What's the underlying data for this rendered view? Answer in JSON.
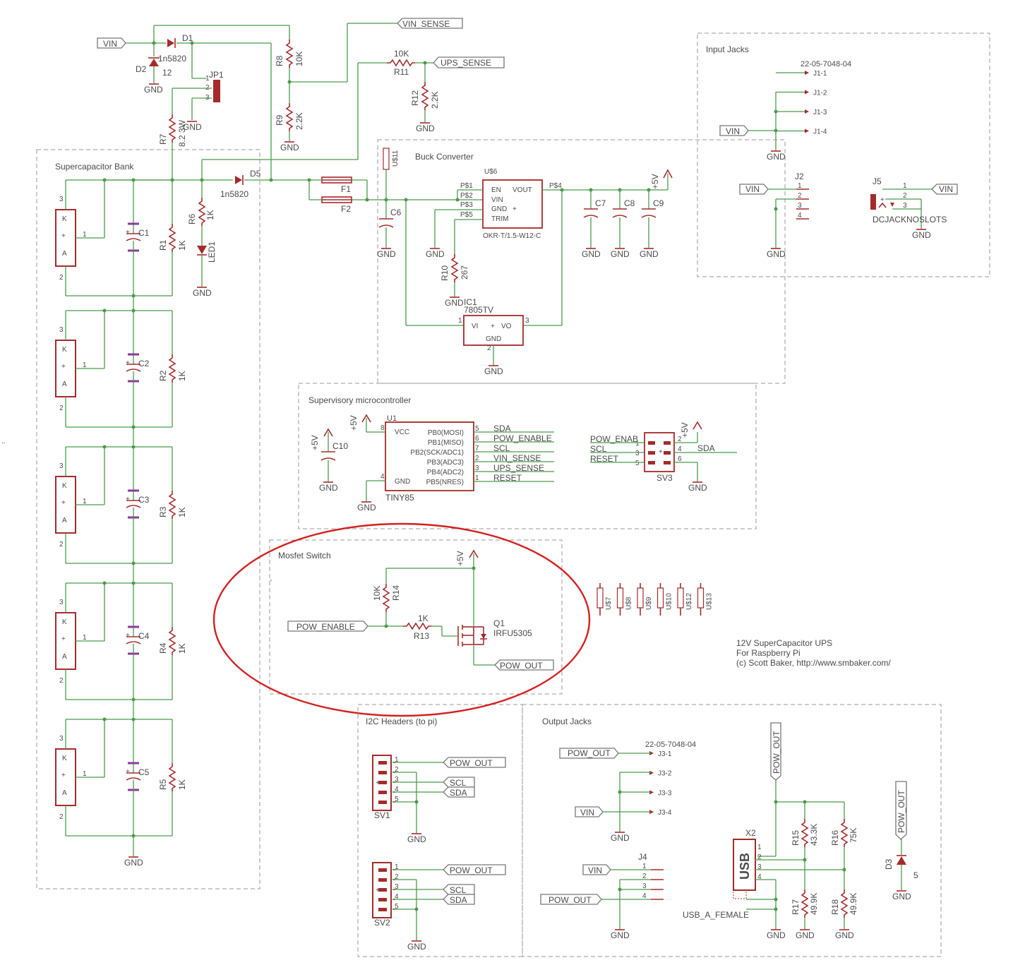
{
  "sections": {
    "supercap": "Supercapacitor Bank",
    "buck": "Buck Converter",
    "input": "Input Jacks",
    "micro": "Supervisory microcontroller",
    "mosfet": "Mosfet Switch",
    "i2c": "I2C Headers (to pi)",
    "output": "Output Jacks"
  },
  "title_block": {
    "line1": "12V SuperCapacitor UPS",
    "line2": "For Raspberry Pi",
    "line3": "(c) Scott Baker, http://www.smbaker.com/"
  },
  "nets": {
    "vin": "VIN",
    "vin_sense": "VIN_SENSE",
    "ups_sense": "UPS_SENSE",
    "gnd": "GND",
    "p5v": "+5V",
    "pow_enable": "POW_ENABLE",
    "pow_out": "POW_OUT",
    "scl": "SCL",
    "sda": "SDA",
    "reset": "RESET",
    "pow_enab_trunc": "POW_ENAB"
  },
  "parts": {
    "d1": "D1",
    "d1_val": "1n5820",
    "d2": "D2",
    "d2_val": "12",
    "jp1": "JP1",
    "r8": "R8",
    "r8_val": "10K",
    "r9": "R9",
    "r9_val": "2.2K",
    "r11": "R11",
    "r11_val": "10K",
    "r12": "R12",
    "r12_val": "2.2K",
    "r7": "R7",
    "r7_val": "8.2 3W",
    "d5": "D5",
    "d5_val": "1n5820",
    "r6": "R6",
    "r6_val": "1K",
    "led1": "LED1",
    "c1": "C1",
    "c2": "C2",
    "c3": "C3",
    "c4": "C4",
    "c5": "C5",
    "r1": "R1",
    "r2": "R2",
    "r3": "R3",
    "r4": "R4",
    "r5": "R5",
    "rk_val": "1K",
    "f1": "F1",
    "f2": "F2",
    "c6": "C6",
    "c7": "C7",
    "c8": "C8",
    "c9": "C9",
    "c10": "C10",
    "us11": "U$11",
    "u6": "U$6",
    "u6_model": "OKR-T/1.5-W12-C",
    "u6_pins": [
      "EN",
      "VIN",
      "GND",
      "TRIM"
    ],
    "u6_vout": "VOUT",
    "u6_pads": [
      "P$1",
      "P$2",
      "P$3",
      "P$5",
      "P$4"
    ],
    "r10": "R10",
    "r10_val": "267",
    "ic1": "IC1",
    "ic1_val": "7805TV",
    "ic1_vi": "VI",
    "ic1_vo": "VO",
    "ic1_gnd": "GND",
    "j1": "22-05-7048-04",
    "j1_pins": [
      "J1-1",
      "J1-2",
      "J1-3",
      "J1-4"
    ],
    "j2": "J2",
    "j5": "J5",
    "j5_val": "DCJACKNOSLOTS",
    "u1": "U1",
    "u1_val": "TINY85",
    "u1_vcc": "VCC",
    "u1_gnd": "GND",
    "u1_pins": [
      "PB0(MOSI)",
      "PB1(MISO)",
      "PB2(SCK/ADC1)",
      "PB3(ADC3)",
      "PB4(ADC2)",
      "PB5(NRES)"
    ],
    "u1_pin_nums": [
      "5",
      "6",
      "7",
      "2",
      "3",
      "1"
    ],
    "sv3": "SV3",
    "r14": "R14",
    "r14_val": "10K",
    "r13": "R13",
    "r13_val": "1K",
    "q1": "Q1",
    "q1_val": "IRFU5305",
    "us_parts": [
      "U$7",
      "U$8",
      "U$9",
      "U$10",
      "U$12",
      "U$13"
    ],
    "sv1": "SV1",
    "sv2": "SV2",
    "j3": "22-05-7048-04",
    "j3_pins": [
      "J3-1",
      "J3-2",
      "J3-3",
      "J3-4"
    ],
    "j4": "J4",
    "x2": "X2",
    "x2_val": "USB_A_FEMALE",
    "usb": "USB",
    "r15": "R15",
    "r15_val": "43.3K",
    "r16": "R16",
    "r16_val": "75K",
    "r17": "R17",
    "r17_val": "49.9K",
    "r18": "R18",
    "r18_val": "49.9K",
    "d3": "D3",
    "d3_val": "5"
  },
  "colors": {
    "wire": "#4b9a4b",
    "part": "#a52a2a",
    "capacitor_plate": "#8a3b9a",
    "frame": "#999999",
    "highlight": "#d42020"
  }
}
